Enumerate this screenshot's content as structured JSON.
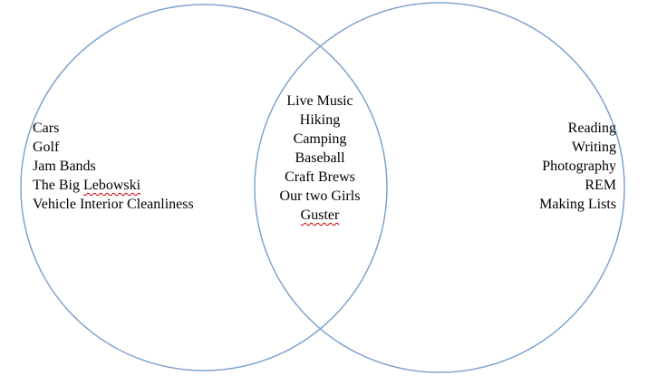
{
  "diagram": {
    "type": "venn-two-set",
    "circle_color": "#7fa3cc",
    "spellcheck_color": "#cc0000",
    "left_only": [
      "Cars",
      "Golf",
      "Jam Bands",
      "The Big Lebowski",
      "Vehicle Interior Cleanliness"
    ],
    "both": [
      "Live Music",
      "Hiking",
      "Camping",
      "Baseball",
      "Craft Brews",
      "Our two Girls",
      "Guster"
    ],
    "right_only": [
      "Reading",
      "Writing",
      "Photography",
      "REM",
      "Making Lists"
    ]
  }
}
